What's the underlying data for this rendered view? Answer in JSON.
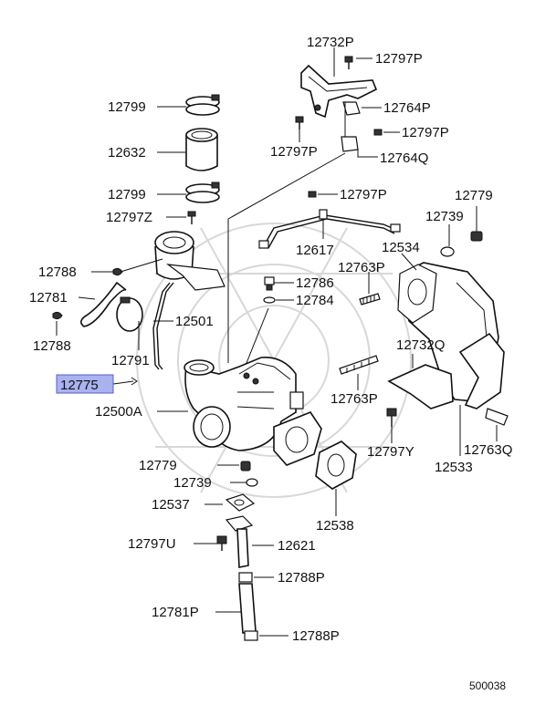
{
  "diagram": {
    "labels": {
      "p12732P": "12732P",
      "p12797P_top": "12797P",
      "p12764P": "12764P",
      "p12797P_right": "12797P",
      "p12797P_left": "12797P",
      "p12764Q": "12764Q",
      "p12799_top": "12799",
      "p12632": "12632",
      "p12799_mid": "12799",
      "p12797Z": "12797Z",
      "p12797P_pipe": "12797P",
      "p12779_top": "12779",
      "p12739_top": "12739",
      "p12617": "12617",
      "p12534": "12534",
      "p12788_left": "12788",
      "p12781": "12781",
      "p12788_low": "12788",
      "p12786": "12786",
      "p12763P_up": "12763P",
      "p12784": "12784",
      "p12501": "12501",
      "p12791": "12791",
      "p12732Q": "12732Q",
      "p12775": "12775",
      "p12500A": "12500A",
      "p12763P_low": "12763P",
      "p12797Y": "12797Y",
      "p12763Q": "12763Q",
      "p12533": "12533",
      "p12779_low": "12779",
      "p12739_low": "12739",
      "p12537": "12537",
      "p12538": "12538",
      "p12797U": "12797U",
      "p12621": "12621",
      "p12788P_up": "12788P",
      "p12781P": "12781P",
      "p12788P_low": "12788P"
    },
    "highlighted_part": "12775",
    "diagram_code": "500038",
    "highlight_color": "#aab2f0"
  }
}
